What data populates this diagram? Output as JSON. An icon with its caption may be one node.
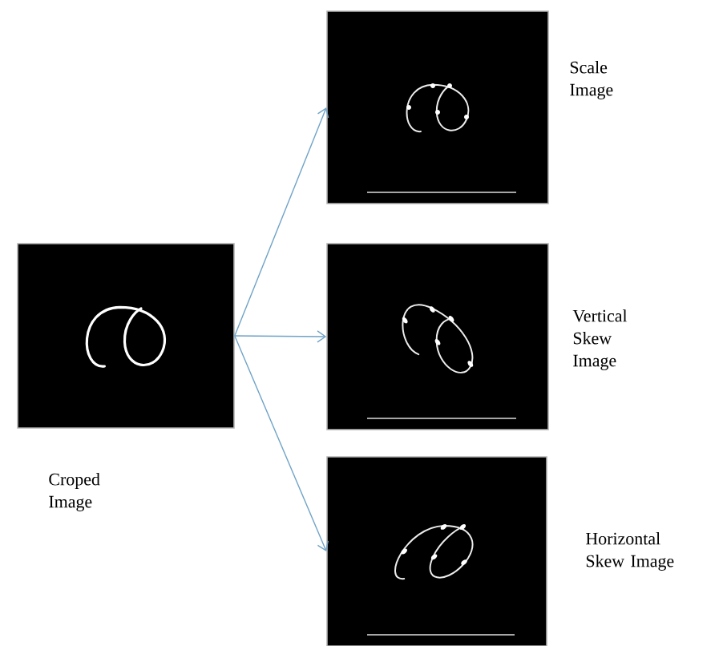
{
  "diagram": {
    "nodes": [
      {
        "text": [],
        "shape": "picture",
        "beside": [
          "Croped Image"
        ]
      },
      {
        "text": [],
        "shape": "picture",
        "beside": [
          "Scale Image"
        ]
      },
      {
        "text": [],
        "shape": "picture",
        "beside": [
          "Vertical Skew Image"
        ]
      },
      {
        "text": [],
        "shape": "picture",
        "beside": [
          "Horizontal Skew Image"
        ]
      }
    ],
    "edges": [
      {
        "from": 0,
        "to": 1,
        "arrow": "to",
        "color": "#6fa3c7"
      },
      {
        "from": 0,
        "to": 2,
        "arrow": "to",
        "color": "#6fa3c7"
      },
      {
        "from": 0,
        "to": 3,
        "arrow": "to",
        "color": "#6fa3c7"
      }
    ]
  }
}
